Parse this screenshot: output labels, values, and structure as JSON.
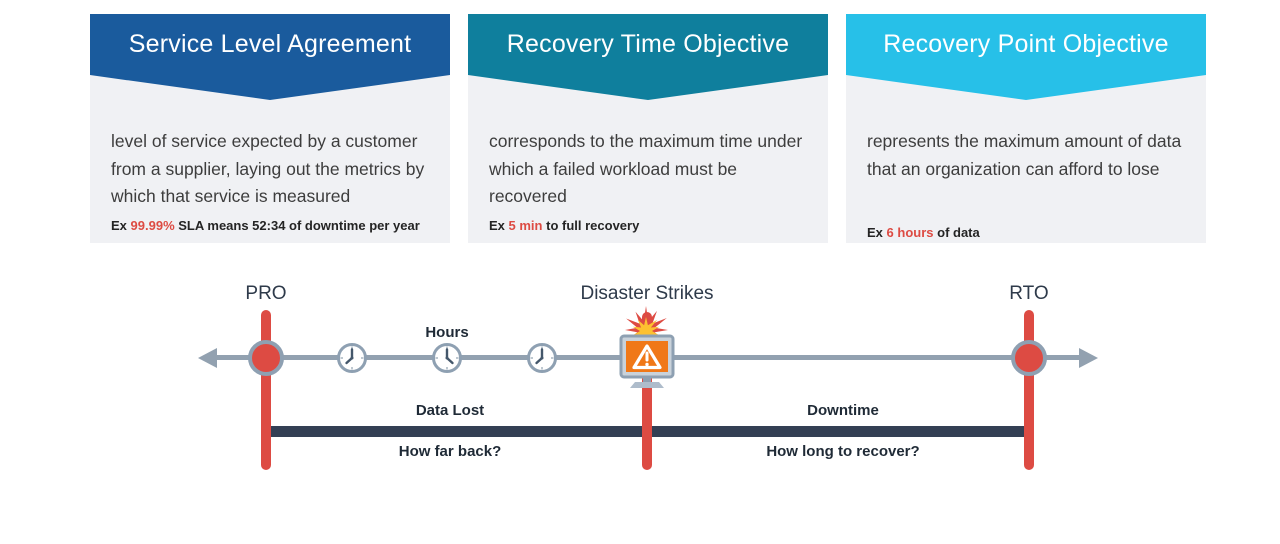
{
  "cards": [
    {
      "title": "Service Level Agreement",
      "header_color": "#1a5b9d",
      "description": "level of service expected by a customer from a supplier, laying out the metrics by which that service is measured",
      "example": {
        "prefix": "Ex",
        "highlight": "99.99%",
        "rest": "SLA means 52:34 of downtime per year"
      }
    },
    {
      "title": "Recovery Time Objective",
      "header_color": "#0f7f9d",
      "description": "corresponds to the maximum time under which a failed workload must be recovered",
      "example": {
        "prefix": "Ex",
        "highlight": "5 min",
        "rest": "to full recovery"
      }
    },
    {
      "title": "Recovery Point Objective",
      "header_color": "#27c0e8",
      "description": "represents the maximum amount of data that an organization can afford to lose",
      "example": {
        "prefix": "Ex",
        "highlight": "6 hours",
        "rest": "of data"
      }
    }
  ],
  "timeline": {
    "rpo_label": "PRO",
    "disaster_label": "Disaster Strikes",
    "rto_label": "RTO",
    "hours_label": "Hours",
    "data_lost_label": "Data Lost",
    "downtime_label": "Downtime",
    "how_far_back_label": "How far back?",
    "how_long_label": "How long to recover?"
  },
  "colors": {
    "accent_red": "#dd4b43",
    "navy_bar": "#333f54",
    "line_gray": "#92a1b0",
    "card_body_bg": "#f0f1f4",
    "sla_header": "#1a5b9d",
    "rto_header": "#0f7f9d",
    "rpo_header": "#27c0e8",
    "alert_screen_orange": "#f07818",
    "burst_yellow": "#fdc130"
  }
}
